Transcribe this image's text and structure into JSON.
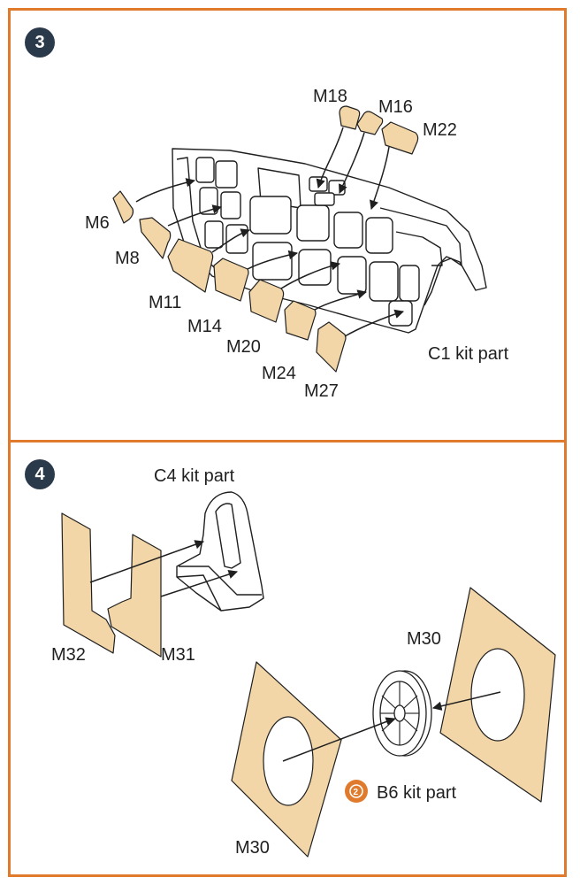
{
  "colors": {
    "frame": "#e07a2c",
    "badge": "#2b3a4a",
    "mask": "#f2d6a8",
    "outline": "#1f1f1f"
  },
  "step3": {
    "number": "3",
    "part_label": "C1 kit part",
    "masks": [
      "M18",
      "M16",
      "M22",
      "M6",
      "M8",
      "M11",
      "M14",
      "M20",
      "M24",
      "M27"
    ]
  },
  "step4": {
    "number": "4",
    "c4_label": "C4 kit part",
    "b6_label": "B6 kit part",
    "b6_icon_symbol": "2",
    "masks": [
      "M32",
      "M31",
      "M30",
      "M30"
    ]
  }
}
